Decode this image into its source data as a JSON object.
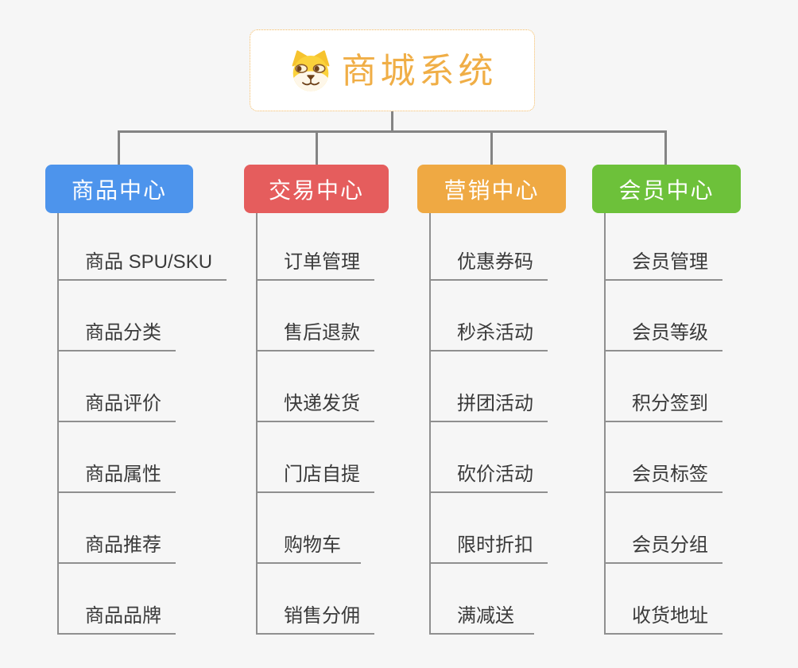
{
  "root": {
    "title": "商城系统",
    "icon": "dog-face-icon",
    "title_color": "#f0ae46",
    "border_color": "#f3b961"
  },
  "connector_color": "#848484",
  "branches": [
    {
      "label": "商品中心",
      "color": "#4d94ec",
      "children": [
        "商品 SPU/SKU",
        "商品分类",
        "商品评价",
        "商品属性",
        "商品推荐",
        "商品品牌"
      ]
    },
    {
      "label": "交易中心",
      "color": "#e55d5d",
      "children": [
        "订单管理",
        "售后退款",
        "快递发货",
        "门店自提",
        "购物车",
        "销售分佣"
      ]
    },
    {
      "label": "营销中心",
      "color": "#efa943",
      "children": [
        "优惠券码",
        "秒杀活动",
        "拼团活动",
        "砍价活动",
        "限时折扣",
        "满减送"
      ]
    },
    {
      "label": "会员中心",
      "color": "#6dc13a",
      "children": [
        "会员管理",
        "会员等级",
        "积分签到",
        "会员标签",
        "会员分组",
        "收货地址"
      ]
    }
  ]
}
